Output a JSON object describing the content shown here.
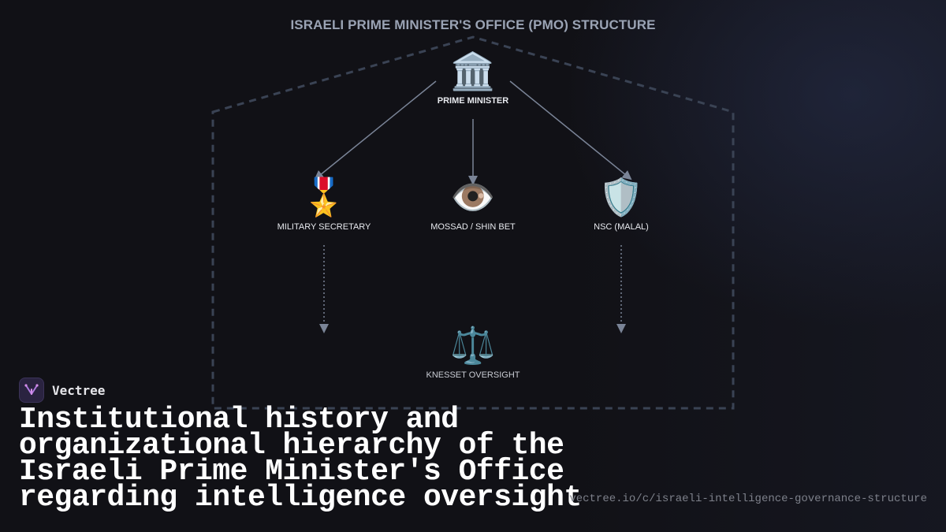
{
  "diagram": {
    "title": "ISRAELI PRIME MINISTER'S OFFICE (PMO) STRUCTURE",
    "nodes": {
      "pm": {
        "icon": "🏛️",
        "icon_name": "classical-building-icon",
        "label": "PRIME MINISTER"
      },
      "military": {
        "icon": "🎖️",
        "icon_name": "military-medal-icon",
        "label": "MILITARY SECRETARY"
      },
      "mossad": {
        "icon": "👁️",
        "icon_name": "eye-icon",
        "label": "MOSSAD / SHIN BET"
      },
      "nsc": {
        "icon": "🛡️",
        "icon_name": "shield-icon",
        "label": "NSC (MALAL)"
      },
      "knesset": {
        "icon": "⚖️",
        "icon_name": "balance-scale-icon",
        "label": "KNESSET OVERSIGHT"
      }
    },
    "edges": [
      {
        "from": "PRIME MINISTER",
        "to": "MILITARY SECRETARY",
        "style": "solid"
      },
      {
        "from": "PRIME MINISTER",
        "to": "MOSSAD / SHIN BET",
        "style": "solid"
      },
      {
        "from": "PRIME MINISTER",
        "to": "NSC (MALAL)",
        "style": "solid"
      },
      {
        "from": "MILITARY SECRETARY",
        "to": "",
        "style": "dotted"
      },
      {
        "from": "NSC (MALAL)",
        "to": "",
        "style": "dotted"
      }
    ],
    "colors": {
      "arrow": "#7a8497",
      "boundary": "#3a4354",
      "title": "#9aa3b4"
    }
  },
  "brand": {
    "name": "Vectree",
    "logo_icon": "vectree-logo-icon"
  },
  "headline": "Institutional history and organizational hierarchy of the Israeli Prime Minister's Office regarding intelligence oversight",
  "url": "vectree.io/c/israeli-intelligence-governance-structure"
}
